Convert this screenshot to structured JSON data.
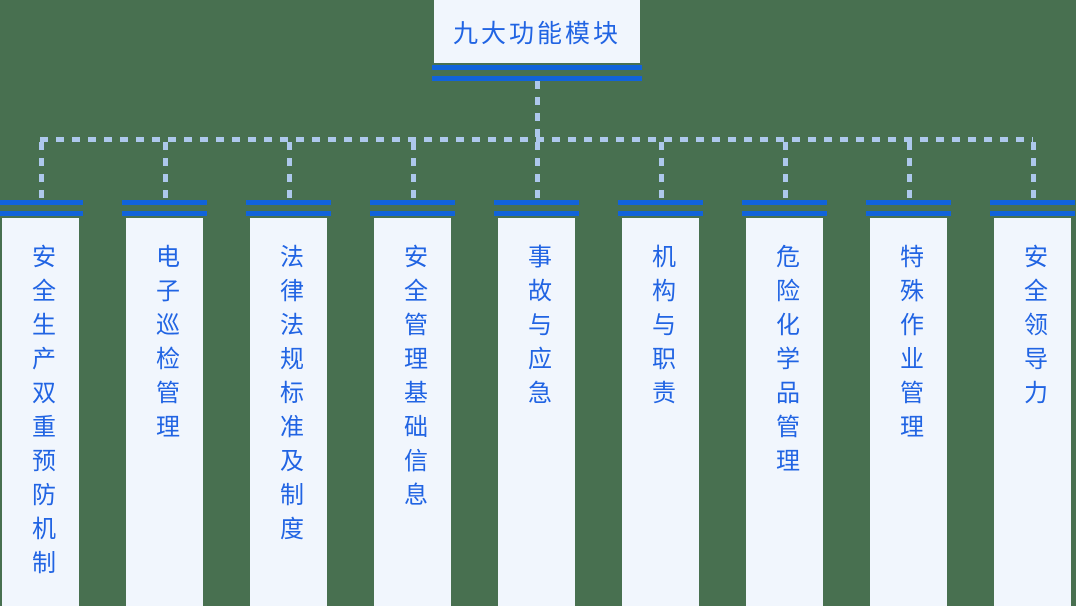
{
  "diagram": {
    "root": {
      "label": "九大功能模块"
    },
    "modules": [
      {
        "label": "安全生产双重预防机制"
      },
      {
        "label": "电子巡检管理"
      },
      {
        "label": "法律法规标准及制度"
      },
      {
        "label": "安全管理基础信息"
      },
      {
        "label": "事故与应急"
      },
      {
        "label": "机构与职责"
      },
      {
        "label": "危险化学品管理"
      },
      {
        "label": "特殊作业管理"
      },
      {
        "label": "安全领导力"
      }
    ],
    "colors": {
      "background": "#487050",
      "node_fill": "#f1f6fd",
      "node_rule": "#1163da",
      "text": "#2164e3",
      "connector_dash": "#adc8ec"
    }
  }
}
